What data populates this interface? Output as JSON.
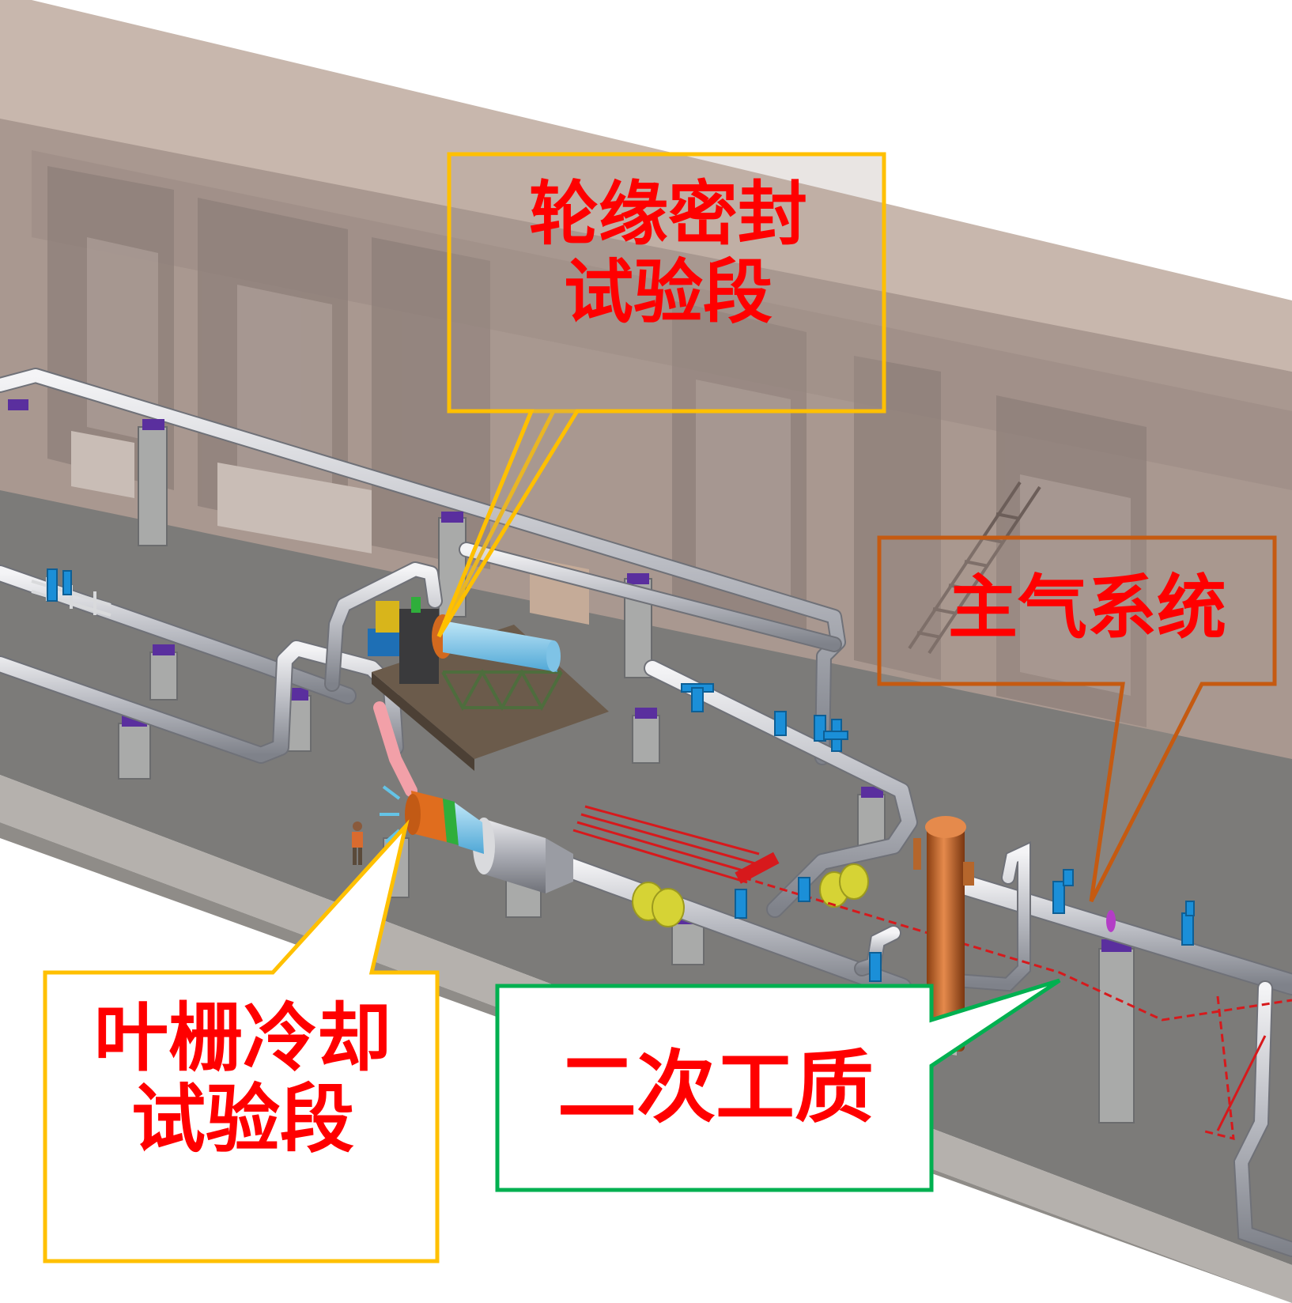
{
  "callouts": {
    "rim_seal": {
      "text": "轮缘密封\n试验段",
      "color": "#ffc000"
    },
    "main_air": {
      "text": "主气系统",
      "color": "#c55a11"
    },
    "cascade_cooling": {
      "text": "叶栅冷却\n试验段",
      "color": "#ffc000"
    },
    "secondary_medium": {
      "text": "二次工质",
      "color": "#00b050"
    }
  },
  "label_color": "#ff0000",
  "icons": [
    "valve-icon",
    "pipe-support-icon",
    "person-figure-icon",
    "vertical-tank-icon"
  ]
}
